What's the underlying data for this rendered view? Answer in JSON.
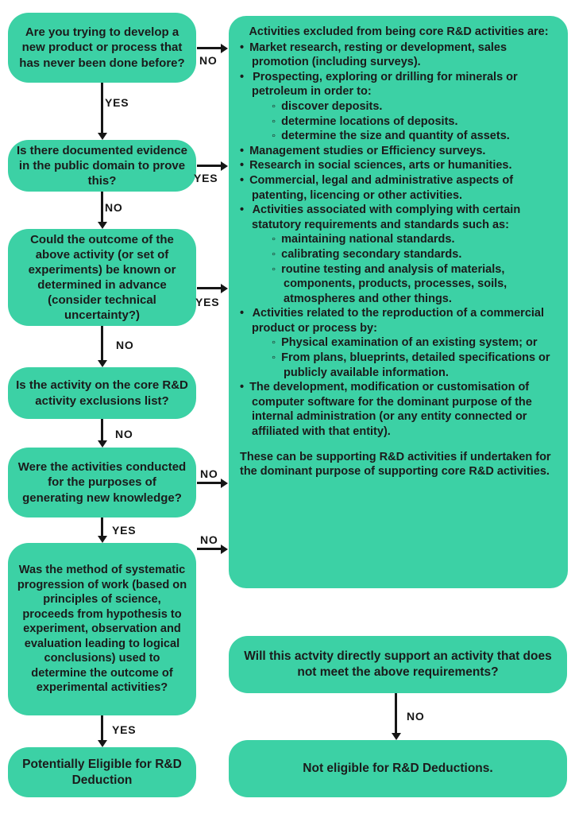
{
  "colors": {
    "box_green": "#3cd1a5",
    "text_dark": "#1b1b1b",
    "arrow_black": "#161616",
    "background": "#ffffff"
  },
  "left_column": {
    "q1": {
      "text": "Are you trying to develop a new product or process that has never been done before?"
    },
    "q2": {
      "text": "Is there documented evidence in the public domain to prove this?"
    },
    "q3": {
      "text": "Could the outcome of the above activity (or set of experiments) be known or determined in advance (consider technical uncertainty?)"
    },
    "q4": {
      "text": "Is the activity on the core R&D activity exclusions list?"
    },
    "q5": {
      "text": "Were the activities conducted for the purposes of generating new knowledge?"
    },
    "q6": {
      "text": "Was the method of systematic progression of work (based on principles of science, proceeds from hypothesis to experiment, observation and evaluation leading to logical conclusions) used to determine the outcome of experimental activities?"
    },
    "result": {
      "text": "Potentially Eligible for R&D Deduction"
    }
  },
  "connectors": {
    "q1_no": "NO",
    "q1_yes": "YES",
    "q2_yes": "YES",
    "q2_no": "NO",
    "q3_yes": "YES",
    "q3_no": "NO",
    "q4_no": "NO",
    "q5_no": "NO",
    "q5_yes": "YES",
    "q6_no": "NO",
    "q6_yes": "YES",
    "support_no": "NO"
  },
  "exclusions_box": {
    "title": "Activities excluded from being core R&D activities are:",
    "bullets": [
      {
        "text": "Market research, resting or development, sales promotion (including surveys)."
      },
      {
        "text": "Prospecting, exploring or drilling for minerals or petroleum in order to:",
        "subs": [
          "discover deposits.",
          "determine locations of deposits.",
          "determine the size and quantity of assets."
        ]
      },
      {
        "text": "Management studies or Efficiency surveys."
      },
      {
        "text": "Research in social sciences, arts or humanities."
      },
      {
        "text": "Commercial, legal and administrative aspects of patenting, licencing or other activities."
      },
      {
        "text": "Activities associated with complying with certain statutory requirements and standards such as:",
        "subs": [
          "maintaining national standards.",
          "calibrating secondary standards.",
          "routine testing and analysis of materials, components, products, processes, soils, atmospheres and other things."
        ]
      },
      {
        "text": "Activities related to the reproduction of a commercial product or process by:",
        "subs": [
          "Physical examination of an existing system; or",
          "From plans, blueprints, detailed specifications or publicly available information."
        ]
      },
      {
        "text": "The development, modification or customisation of computer software for the dominant purpose of the internal administration (or any entity connected or affiliated with that entity)."
      }
    ],
    "footer": "These can be supporting R&D activities if undertaken for the dominant purpose of supporting core R&D activities."
  },
  "right_column": {
    "support_question": {
      "text": "Will this actvity directly support an activity that does not meet the above requirements?"
    },
    "not_eligible": {
      "text": "Not eligible for R&D Deductions."
    }
  }
}
